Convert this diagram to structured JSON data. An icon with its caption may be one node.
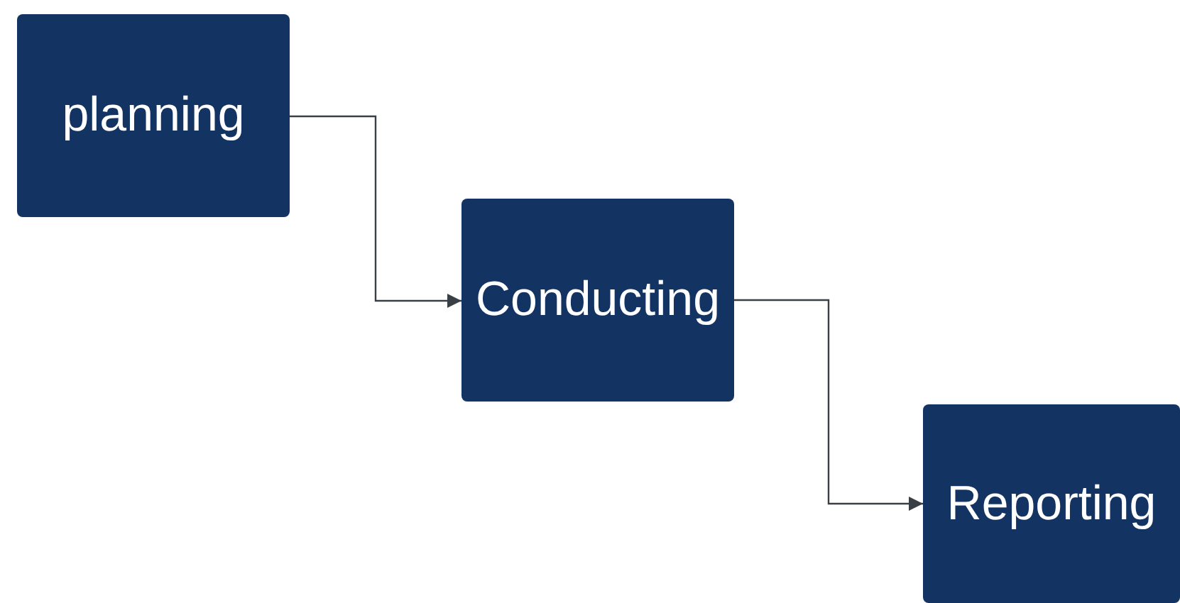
{
  "diagram": {
    "nodes": [
      {
        "text": [
          "planning"
        ]
      },
      {
        "text": [
          "Conducting"
        ]
      },
      {
        "text": [
          "Reporting"
        ]
      }
    ],
    "edges": [
      {
        "from": 0,
        "to": 1,
        "arrow": "to"
      },
      {
        "from": 1,
        "to": 2,
        "arrow": "to"
      }
    ]
  }
}
